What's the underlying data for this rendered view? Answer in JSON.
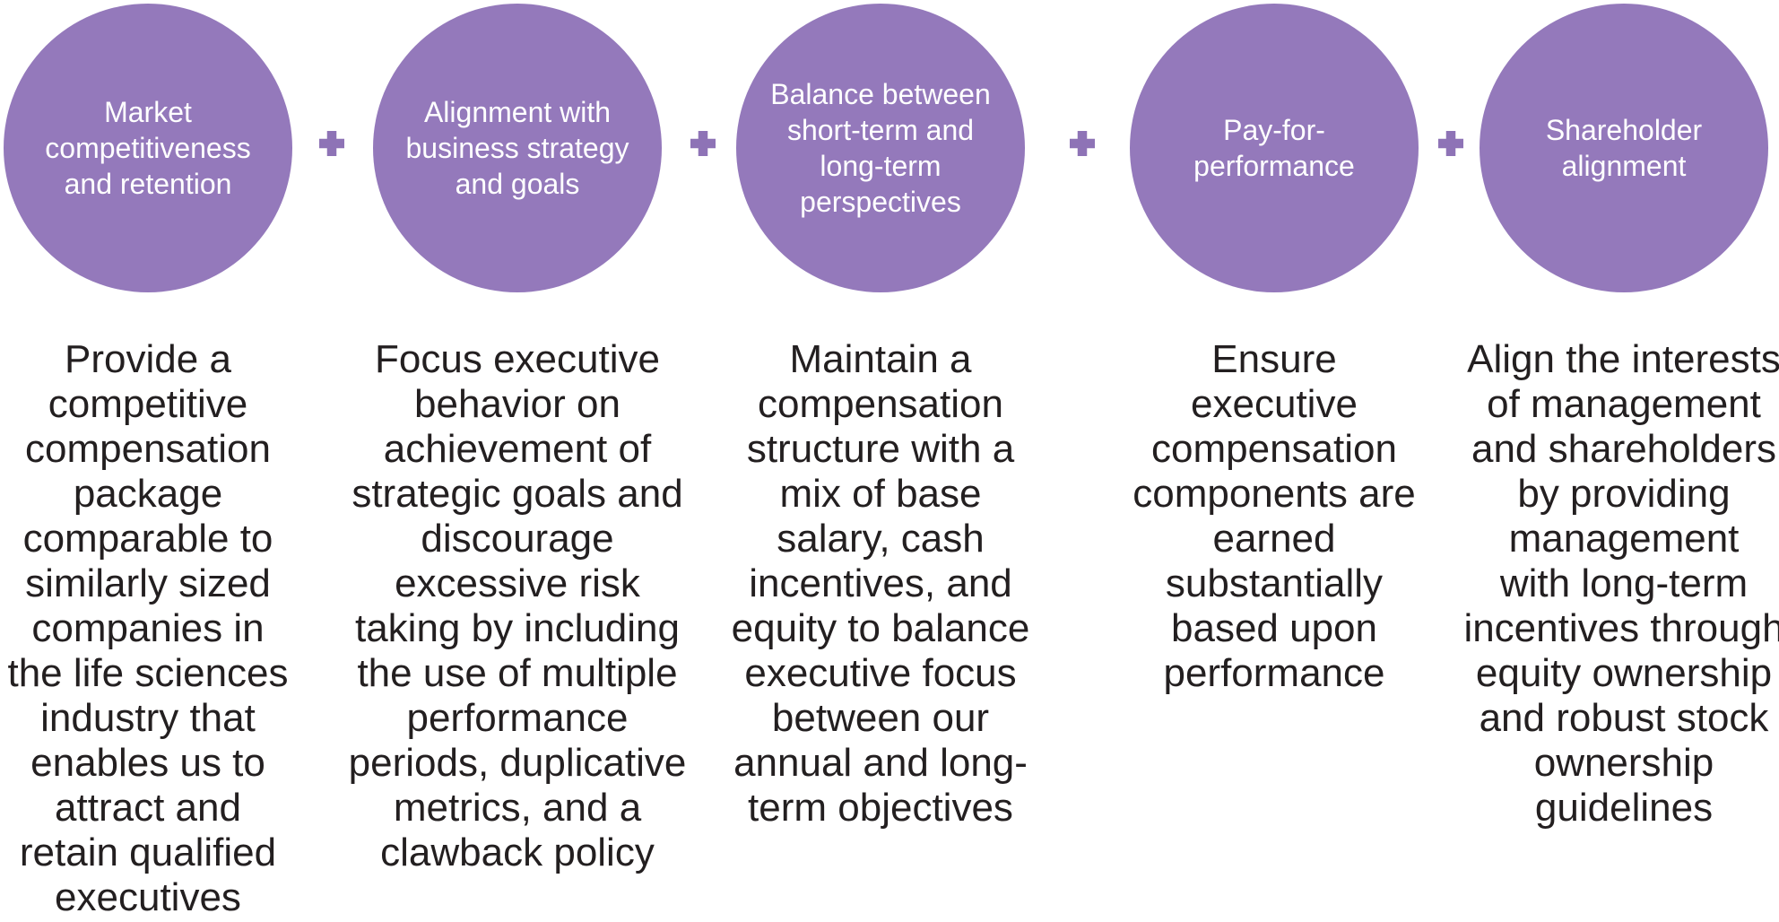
{
  "colors": {
    "circle": "#9479BB",
    "plus": "#8E73B6",
    "title_text": "#FFFFFF",
    "body_text": "#231F20",
    "background": "#FFFFFF"
  },
  "separator_icon": "plus-icon",
  "principles": [
    {
      "title": "Market\ncompetitiveness\nand retention",
      "description": "Provide a\ncompetitive\ncompensation\npackage\ncomparable to\nsimilarly sized\ncompanies in\nthe life sciences\nindustry that\nenables us to\nattract and\nretain qualified\nexecutives"
    },
    {
      "title": "Alignment with\nbusiness strategy\nand goals",
      "description": "Focus executive\nbehavior on\nachievement of\nstrategic goals and\ndiscourage\nexcessive risk\ntaking by including\nthe use of multiple\nperformance\nperiods, duplicative\nmetrics, and a\nclawback policy"
    },
    {
      "title": "Balance between\nshort-term and\nlong-term\nperspectives",
      "description": "Maintain a\ncompensation\nstructure with a\nmix of base\nsalary, cash\nincentives, and\nequity to balance\nexecutive focus\nbetween our\nannual and long-\nterm objectives"
    },
    {
      "title": "Pay-for-\nperformance",
      "description": "Ensure\nexecutive\ncompensation\ncomponents are\nearned\nsubstantially\nbased upon\nperformance"
    },
    {
      "title": "Shareholder\nalignment",
      "description": "Align the interests\nof management\nand shareholders\nby providing\nmanagement\nwith long-term\nincentives through\nequity ownership\nand robust stock\nownership\nguidelines"
    }
  ]
}
